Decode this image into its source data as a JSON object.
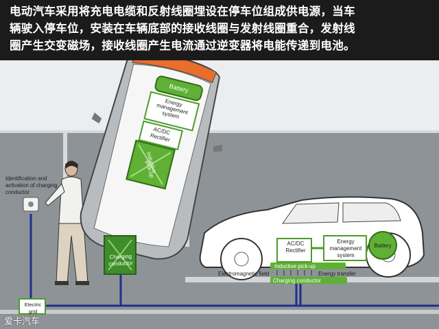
{
  "banner": {
    "lines": [
      "电动汽车采用将充电电缆和反射线圈埋设在停车位组成供电源，当车",
      "辆驶入停车位，安装在车辆底部的接收线圈与发射线圈重合，发射线",
      "圈产生交变磁场，接收线圈产生电流通过逆变器将电能传递到电池。"
    ]
  },
  "top_car": {
    "battery": "Battery",
    "energy_mgmt": [
      "Energy",
      "management",
      "system"
    ],
    "rectifier": [
      "AC/DC",
      "Rectifier"
    ],
    "pickup": [
      "Inductive",
      "pick-up"
    ]
  },
  "charging_conductor": [
    "Charging",
    "conductor"
  ],
  "identification": [
    "Identification and",
    "activation of charging",
    "conductor"
  ],
  "electric_grid": [
    "Electric",
    "grid"
  ],
  "side_car": {
    "rectifier": [
      "AC/DC",
      "Rectifier"
    ],
    "energy_mgmt": [
      "Energy",
      "management",
      "system"
    ],
    "battery": "Battery",
    "inductive_pickup": "Inductive pick-up",
    "em_field": "Electromagnetic field",
    "energy_transfer": "Energy transfer",
    "charging_conductor": "Charging conductor"
  },
  "watermark": "爱卡汽车",
  "colors": {
    "green": "#5aa02c",
    "green_dark": "#2f6e14",
    "line_blue": "#1f2f8a",
    "banner": "#1b1b1b"
  }
}
